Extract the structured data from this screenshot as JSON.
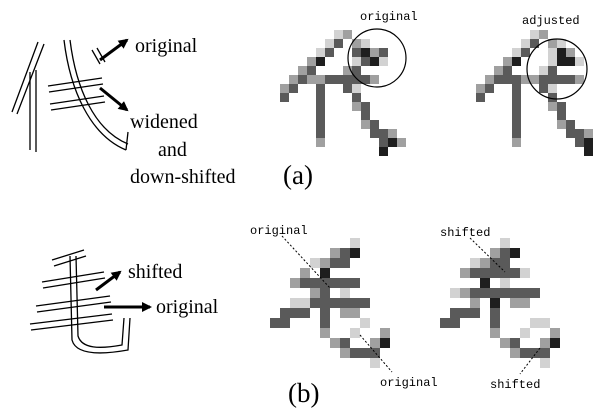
{
  "panel_a": {
    "caption": "(a)",
    "outline_labels": {
      "original": "original",
      "widened_line1": "widened",
      "widened_line2": "and",
      "widened_line3": "down-shifted"
    },
    "pixel_labels": {
      "left": "original",
      "right": "adjusted"
    }
  },
  "panel_b": {
    "caption": "(b)",
    "outline_labels": {
      "shifted": "shifted",
      "original": "original"
    },
    "pixel_labels": {
      "left_top": "original",
      "left_bottom": "original",
      "right_top": "shifted",
      "right_bottom": "shifted"
    }
  },
  "colors": {
    "ink": "#000000",
    "pixel_dark": "#1e1e1e",
    "pixel_mid": "#5a5a5a",
    "pixel_light": "#a0a0a0",
    "pixel_faint": "#d2d2d2"
  }
}
